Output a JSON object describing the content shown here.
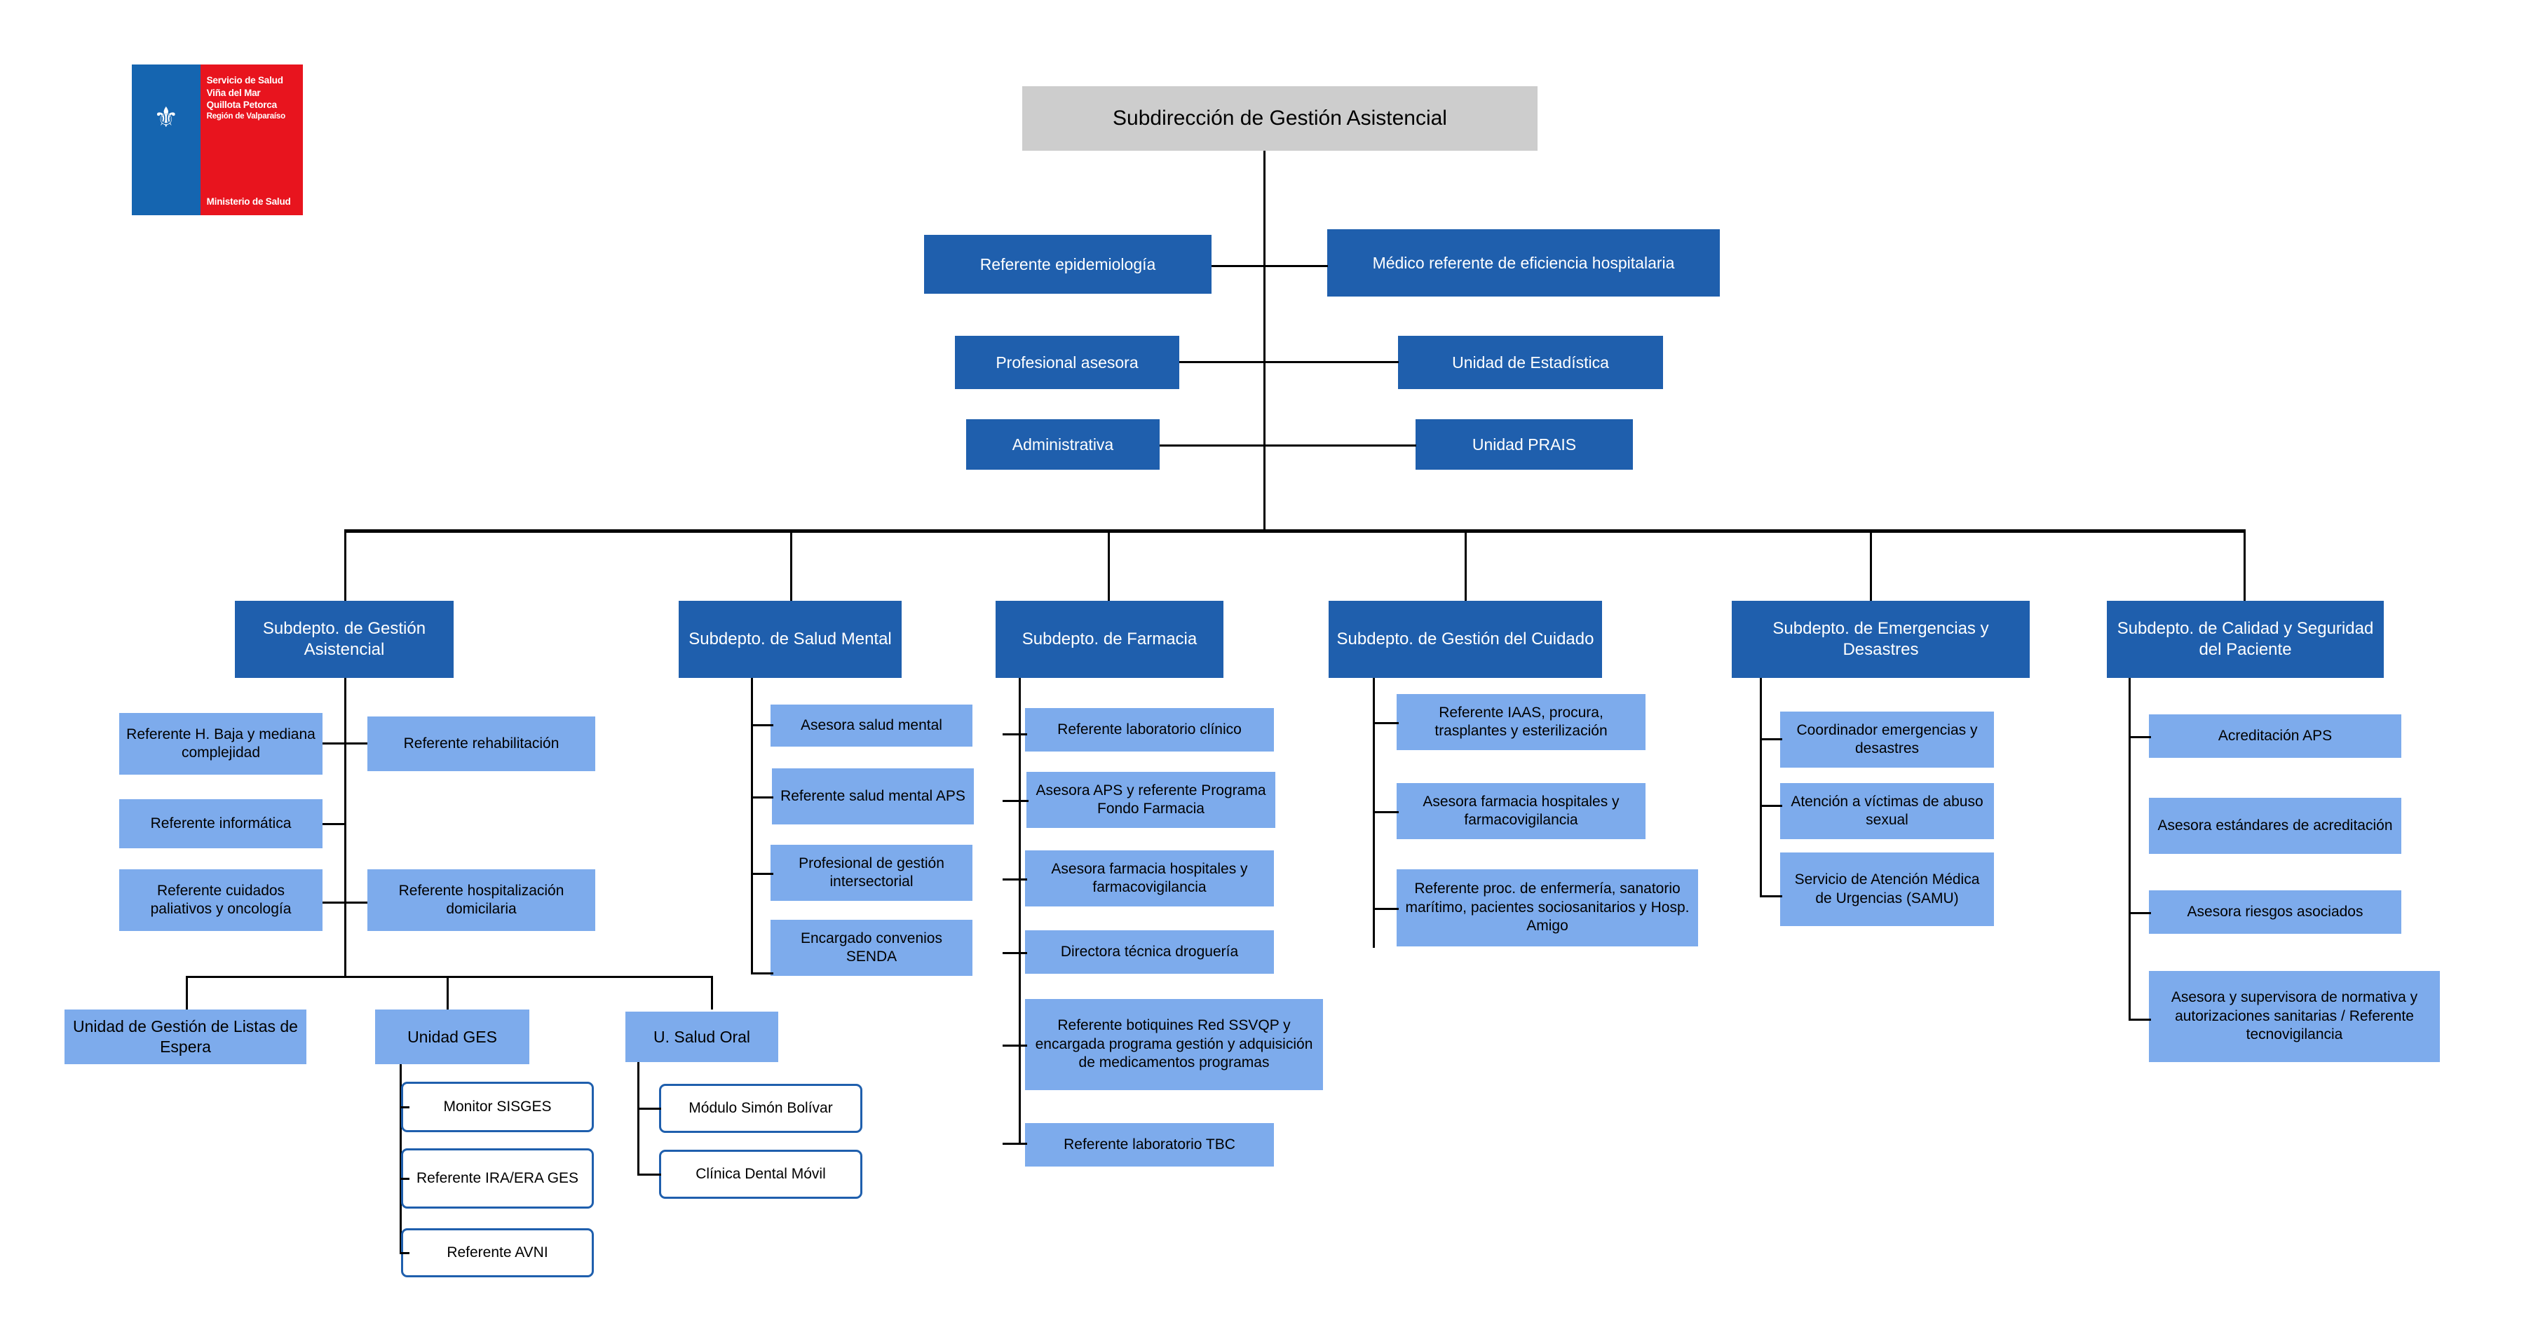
{
  "logo": {
    "name": "servicio-de-salud-logo",
    "line1": "Servicio de Salud",
    "line2": "Viña del Mar",
    "line3": "Quillota Petorca",
    "line4": "Región de Valparaíso",
    "ministry": "Ministerio de Salud",
    "blue": "#1565b0",
    "red": "#e8141e"
  },
  "colors": {
    "root_fill": "#cdcdcd",
    "dark_blue": "#1f5fad",
    "light_blue": "#7dabec",
    "leaf_fill": "#ffffff",
    "line": "#000000"
  },
  "root": {
    "title": "Subdirección de Gestión Asistencial"
  },
  "staff": [
    {
      "left": "Referente epidemiología",
      "right": "Médico referente de eficiencia hospitalaria"
    },
    {
      "left": "Profesional asesora",
      "right": "Unidad de Estadística"
    },
    {
      "left": "Administrativa",
      "right": "Unidad PRAIS"
    }
  ],
  "departments": [
    {
      "title": "Subdepto. de Gestión Asistencial",
      "children": [
        "Referente H. Baja y mediana complejidad",
        "Referente rehabilitación",
        "Referente informática",
        "Referente cuidados paliativos y oncología",
        "Referente hospitalización domicilaria"
      ],
      "units": [
        {
          "title": "Unidad de Gestión de Listas de Espera",
          "leaves": []
        },
        {
          "title": "Unidad GES",
          "leaves": [
            "Monitor SISGES",
            "Referente IRA/ERA GES",
            "Referente AVNI"
          ]
        },
        {
          "title": "U. Salud Oral",
          "leaves": [
            "Módulo Simón Bolívar",
            "Clínica Dental Móvil"
          ]
        }
      ]
    },
    {
      "title": "Subdepto. de Salud Mental",
      "children": [
        "Asesora salud mental",
        "Referente salud mental APS",
        "Profesional de gestión intersectorial",
        "Encargado convenios SENDA"
      ],
      "units": []
    },
    {
      "title": "Subdepto. de Farmacia",
      "children": [
        "Referente laboratorio clínico",
        "Asesora APS y referente Programa Fondo Farmacia",
        "Asesora farmacia hospitales y farmacovigilancia",
        "Directora técnica droguería",
        "Referente botiquines Red SSVQP y encargada programa gestión y adquisición de medicamentos programas",
        "Referente laboratorio TBC"
      ],
      "units": []
    },
    {
      "title": "Subdepto. de Gestión del Cuidado",
      "children": [
        "Referente IAAS, procura, trasplantes y esterilización",
        "Asesora farmacia hospitales y farmacovigilancia",
        "Referente proc. de enfermería, sanatorio marítimo, pacientes sociosanitarios y Hosp. Amigo"
      ],
      "units": []
    },
    {
      "title": "Subdepto. de Emergencias y Desastres",
      "children": [
        "Coordinador emergencias y desastres",
        "Atención a víctimas de abuso sexual",
        "Servicio de Atención Médica de Urgencias (SAMU)"
      ],
      "units": []
    },
    {
      "title": "Subdepto. de Calidad y Seguridad del Paciente",
      "children": [
        "Acreditación APS",
        "Asesora estándares de acreditación",
        "Asesora riesgos asociados",
        "Asesora y supervisora de normativa y autorizaciones sanitarias / Referente tecnovigilancia"
      ],
      "units": []
    }
  ]
}
